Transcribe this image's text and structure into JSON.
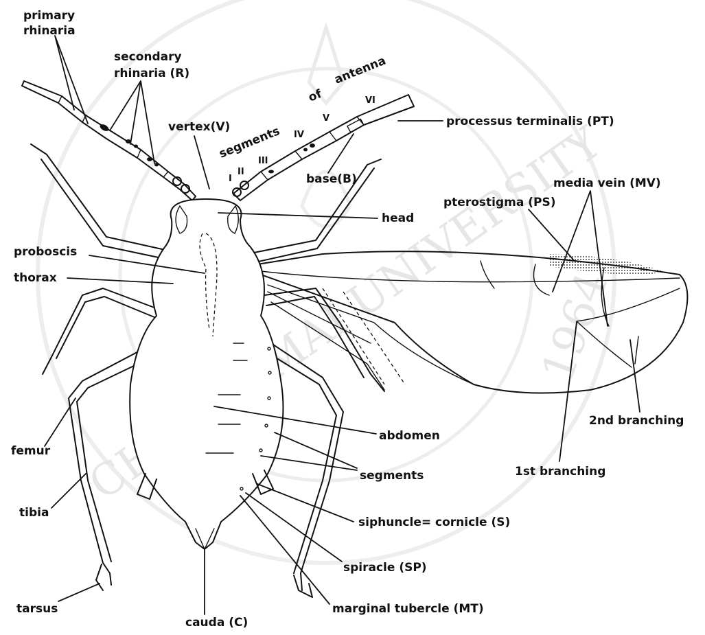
{
  "labels": {
    "primary_rhinaria_1": "primary",
    "primary_rhinaria_2": "rhinaria",
    "secondary_rhinaria_1": "secondary",
    "secondary_rhinaria_2": "rhinaria (R)",
    "vertex": "vertex(V)",
    "segments_of_antenna_1": "segments",
    "segments_of_antenna_2": "of",
    "segments_of_antenna_3": "antenna",
    "seg_I": "I",
    "seg_II": "II",
    "seg_III": "III",
    "seg_IV": "IV",
    "seg_V": "V",
    "seg_VI": "VI",
    "processus_terminalis": "processus terminalis (PT)",
    "base": "base(B)",
    "media_vein": "media vein (MV)",
    "pterostigma": "pterostigma (PS)",
    "head": "head",
    "proboscis": "proboscis",
    "thorax": "thorax",
    "abdomen": "abdomen",
    "segments": "segments",
    "femur": "femur",
    "tibia": "tibia",
    "tarsus": "tarsus",
    "cauda": "cauda (C)",
    "siphuncle": "siphuncle= cornicle (S)",
    "spiracle": "spiracle (SP)",
    "marginal_tubercle": "marginal tubercle (MT)",
    "second_branching": "2nd branching",
    "first_branching": "1st branching"
  },
  "watermark": {
    "text": "CHIANG MAI UNIVERSITY",
    "year": "1964"
  },
  "colors": {
    "ink": "#111111",
    "background": "#ffffff",
    "watermark": "#e4e4e4"
  }
}
